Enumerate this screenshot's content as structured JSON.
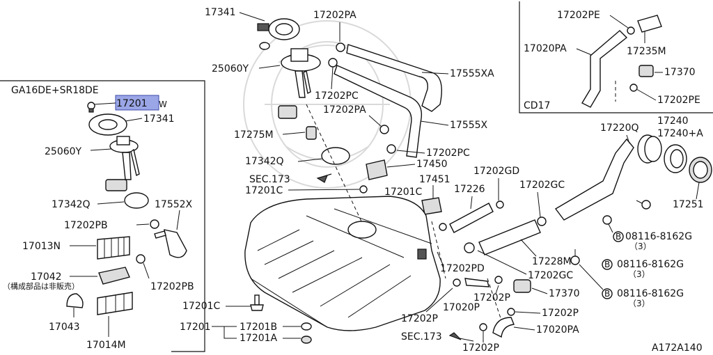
{
  "diagram": {
    "figure_id": "A172A140",
    "left_panel": {
      "engine": "GA16DE+SR18DE",
      "highlight_part": "17201",
      "highlight_suffix": "W",
      "parts": {
        "p17341": "17341",
        "p25060y": "25060Y",
        "p17342q": "17342Q",
        "p17552x": "17552X",
        "p17202pb_a": "17202PB",
        "p17013n": "17013N",
        "p17042": "17042",
        "p17042_note": "（構成部品は非販売）",
        "p17043": "17043",
        "p17014m": "17014M",
        "p17202pb_b": "17202PB"
      }
    },
    "inset_panel": {
      "name": "CD17",
      "parts": {
        "p17202pe_a": "17202PE",
        "p17020pa": "17020PA",
        "p17235m": "17235M",
        "p17370": "17370",
        "p17202pe_b": "17202PE"
      }
    },
    "main": {
      "parts": {
        "p17341": "17341",
        "p17202pa_a": "17202PA",
        "p25060y": "25060Y",
        "p17555xa": "17555XA",
        "p17202pc_a": "17202PC",
        "p17202pa_b": "17202PA",
        "p17555x": "17555X",
        "p17275m": "17275M",
        "p17202pc_b": "17202PC",
        "p17342q": "17342Q",
        "p17450": "17450",
        "sec173_a": "SEC.173",
        "p17202gd": "17202GD",
        "p17201c_a": "17201C",
        "p17451": "17451",
        "p17201c_b": "17201C",
        "p17226": "17226",
        "p17202gc_a": "17202GC",
        "p17220q": "17220Q",
        "p17240": "17240",
        "p17240a": "17240+A",
        "p17251": "17251",
        "p17228m": "17228M",
        "p17202pd": "17202PD",
        "p17202gc_b": "17202GC",
        "p17370": "17370",
        "p17202p_a": "17202P",
        "p17020p": "17020P",
        "p17202p_b": "17202P",
        "p17202p_c": "17202P",
        "p17020pa": "17020PA",
        "sec173_b": "SEC.173",
        "p17202p_d": "17202P",
        "p17201c_c": "17201C",
        "p17201": "17201",
        "p17201b": "17201B",
        "p17201a": "17201A"
      },
      "bolts": [
        {
          "circle": "B",
          "part": "08116-8162G",
          "qty": "（3）"
        },
        {
          "circle": "B",
          "part": "08116-8162G",
          "qty": "（3）"
        },
        {
          "circle": "B",
          "part": "08116-8162G",
          "qty": "（3）"
        }
      ]
    }
  }
}
